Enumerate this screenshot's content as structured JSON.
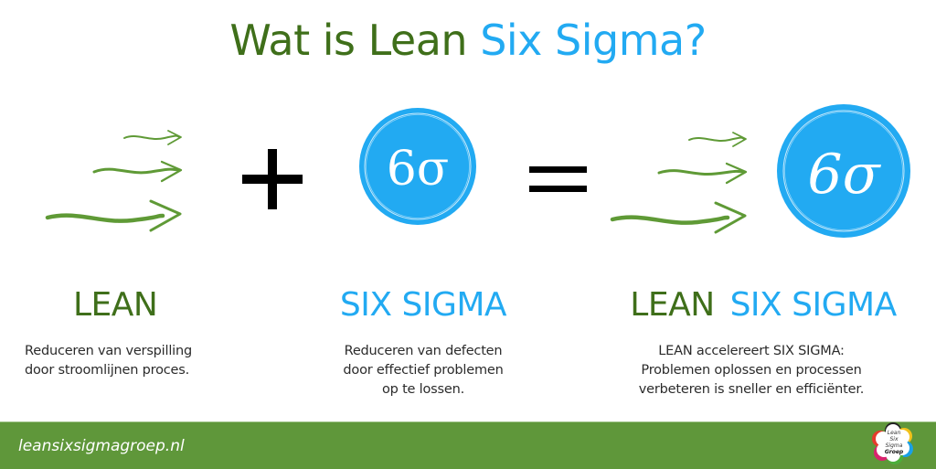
{
  "title": {
    "part1": "Wat is Lean ",
    "part2": "Six Sigma?",
    "color_primary": "#3f6f1a",
    "color_accent": "#22aaf2"
  },
  "equation": {
    "lean_icon": "flow-arrows-icon",
    "operator_plus": "+",
    "sixsigma_icon": "six-sigma-badge-icon",
    "sixsigma_symbol": "6σ",
    "operator_equals": "=",
    "result_icons": [
      "flow-arrows-icon",
      "six-sigma-badge-icon"
    ],
    "result_symbol": "6σ"
  },
  "columns": [
    {
      "heading": "LEAN",
      "description": [
        "Reduceren van verspilling",
        "door stroomlijnen proces."
      ]
    },
    {
      "heading": "SIX SIGMA",
      "description": [
        "Reduceren van defecten",
        "door effectief problemen",
        "op te lossen."
      ]
    },
    {
      "heading_part1": "LEAN",
      "heading_part2": "SIX SIGMA",
      "description": [
        "LEAN accelereert SIX SIGMA:",
        "Problemen oplossen en processen",
        "verbeteren is sneller en efficiënter."
      ]
    }
  ],
  "footer": {
    "website": "leansixsigmagroep.nl",
    "logo_text": [
      "Lean",
      "Six",
      "Sigma",
      "Groep"
    ],
    "background": "#5f973a"
  }
}
